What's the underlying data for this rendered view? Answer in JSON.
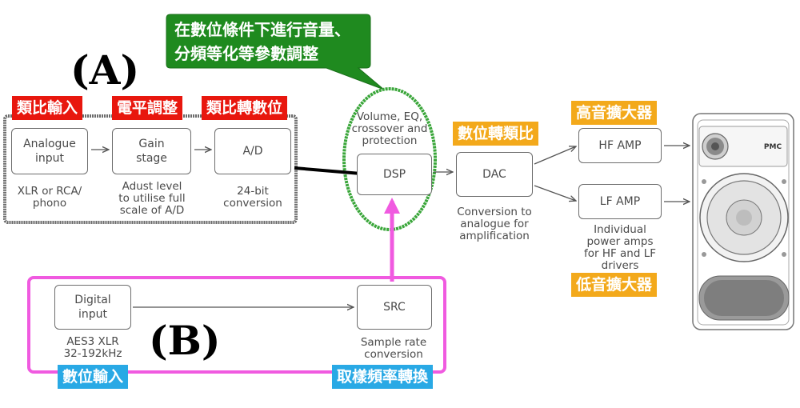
{
  "labels": {
    "section_a": "(A)",
    "section_b": "(B)",
    "callout_line1": "在數位條件下進行音量、",
    "callout_line2": "分頻等化等參數調整"
  },
  "tags": {
    "analog_input": "類比輸入",
    "level_adjust": "電平調整",
    "adc": "類比轉數位",
    "dac": "數位轉類比",
    "hf_amp": "高音擴大器",
    "lf_amp": "低音擴大器",
    "digital_input": "數位輸入",
    "src": "取樣頻率轉換"
  },
  "blocks": {
    "analogue_input": "Analogue\ninput",
    "gain_stage": "Gain\nstage",
    "ad": "A/D",
    "dsp": "DSP",
    "dac": "DAC",
    "hf_amp": "HF AMP",
    "lf_amp": "LF AMP",
    "digital_input": "Digital\ninput",
    "src": "SRC"
  },
  "captions": {
    "analogue_input": "XLR or RCA/\nphono",
    "gain_stage": "Adust level\nto utilise full\nscale of A/D",
    "ad": "24-bit\nconversion",
    "dsp": "Volume, EQ,\ncrossover and\nprotection",
    "dac": "Conversion to\nanalogue for\namplification",
    "amps": "Individual\npower amps\nfor HF and LF\ndrivers",
    "digital_input": "AES3 XLR\n32-192kHz",
    "src": "Sample rate\nconversion"
  },
  "colors": {
    "red_tag": "#e8170e",
    "orange_tag": "#f3a91b",
    "blue_tag": "#29a9e5",
    "callout_green": "#1f8a1f",
    "dsp_ring": "#3aa63a",
    "digital_frame": "#f05ae0",
    "analog_frame": "#6b6b6b"
  }
}
